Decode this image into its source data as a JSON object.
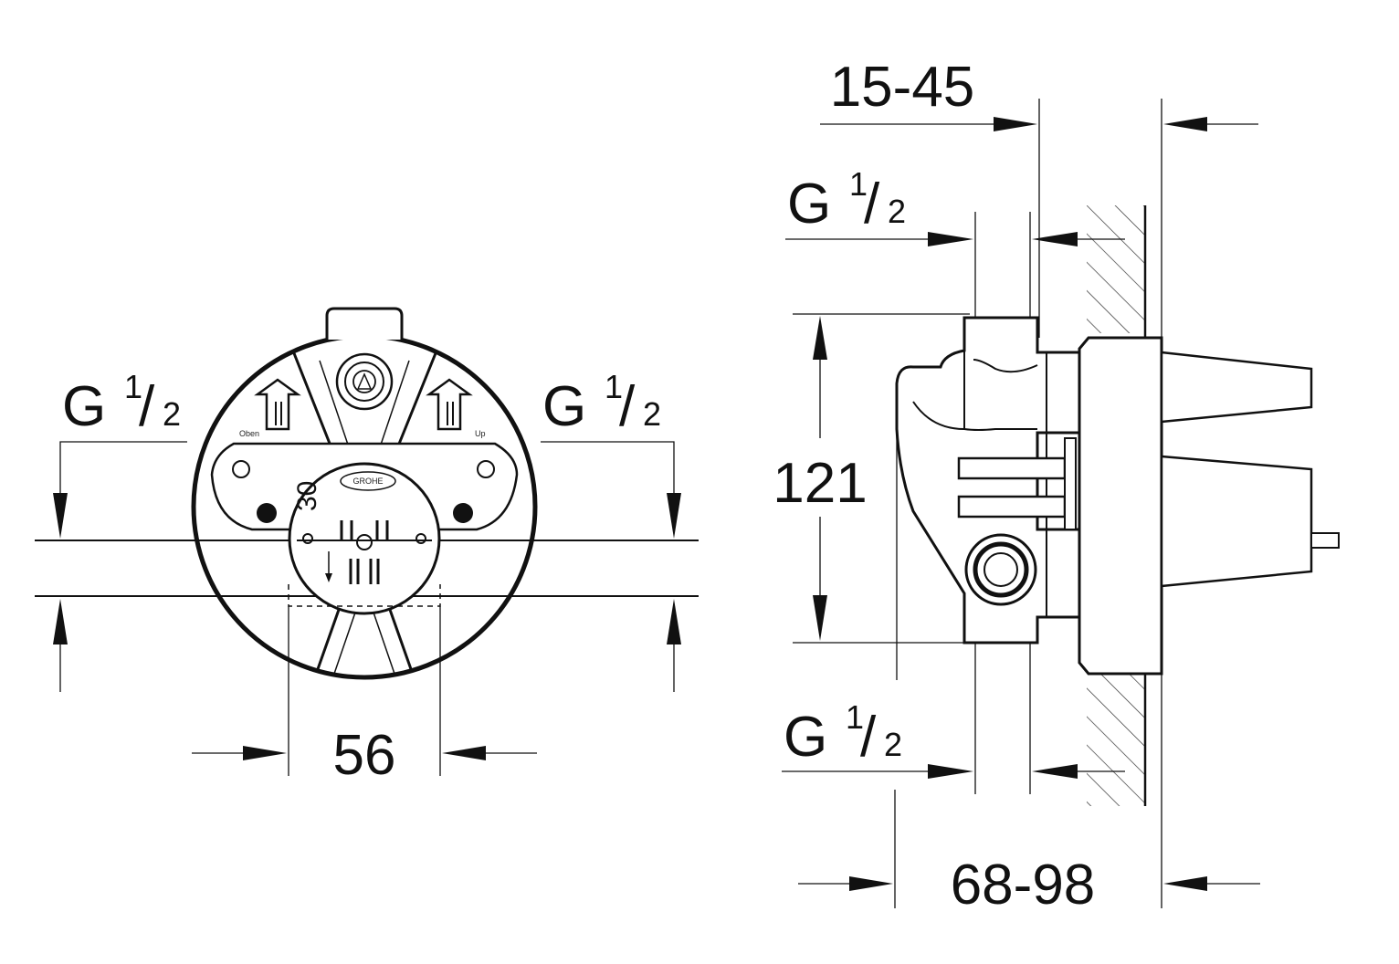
{
  "front_view": {
    "left_thread": {
      "main": "G",
      "numerator": "1",
      "slash": "/",
      "denominator": "2"
    },
    "right_thread": {
      "main": "G",
      "numerator": "1",
      "slash": "/",
      "denominator": "2"
    },
    "width_dimension": "56",
    "angle_label": "30",
    "logo_text": "GROHE",
    "left_arrow_label": "Oben",
    "right_arrow_label": "Up"
  },
  "side_view": {
    "wall_range_top": "15-45",
    "top_thread": {
      "main": "G",
      "numerator": "1",
      "slash": "/",
      "denominator": "2"
    },
    "height_dimension": "121",
    "bottom_thread": {
      "main": "G",
      "numerator": "1",
      "slash": "/",
      "denominator": "2"
    },
    "depth_range_bottom": "68-98"
  },
  "colors": {
    "line": "#111111",
    "background": "#ffffff"
  }
}
